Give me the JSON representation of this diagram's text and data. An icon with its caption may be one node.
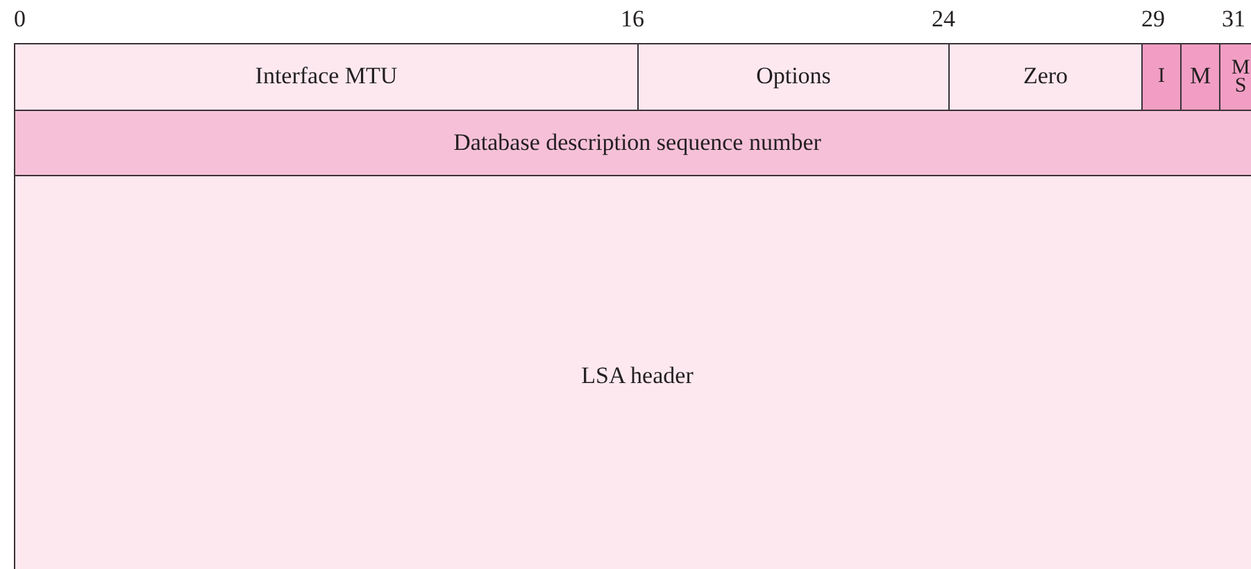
{
  "diagram": {
    "nodes": [
      {
        "text": [
          "Interface MTU"
        ]
      },
      {
        "text": [
          "Options"
        ]
      },
      {
        "text": [
          "Zero"
        ]
      },
      {
        "text": [
          "I"
        ]
      },
      {
        "text": [
          "M"
        ]
      },
      {
        "text": [
          "M S"
        ]
      },
      {
        "text": [
          "Database description sequence number"
        ]
      },
      {
        "text": [
          "LSA header"
        ]
      }
    ],
    "labels": [
      "0",
      "16",
      "24",
      "29",
      "31"
    ]
  }
}
